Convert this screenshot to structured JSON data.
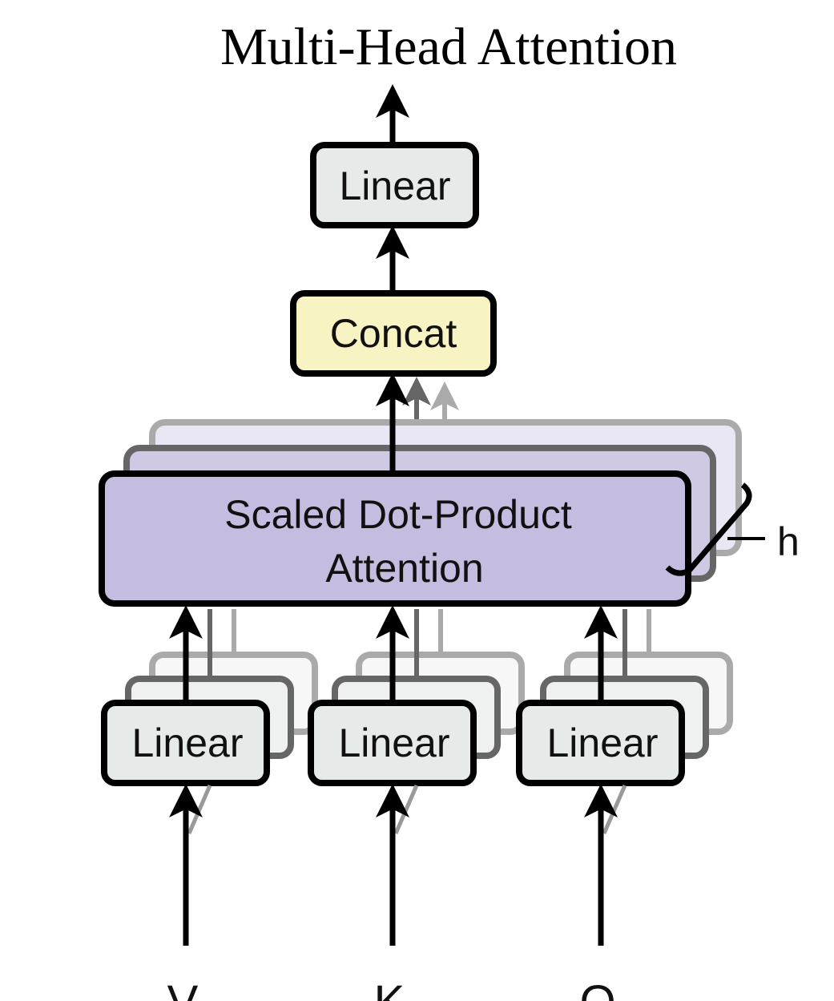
{
  "title": "Multi-Head Attention",
  "blocks": {
    "output_linear": "Linear",
    "concat": "Concat",
    "attention_line1": "Scaled Dot-Product",
    "attention_line2": "Attention",
    "input_linears": [
      "Linear",
      "Linear",
      "Linear"
    ]
  },
  "heads_label": "h",
  "inputs": [
    "V",
    "K",
    "Q"
  ],
  "colors": {
    "linear_fill": "#e6ebe9",
    "concat_fill": "#f8f3c3",
    "attention_fill": "#c5bde0",
    "stroke": "#000000"
  }
}
